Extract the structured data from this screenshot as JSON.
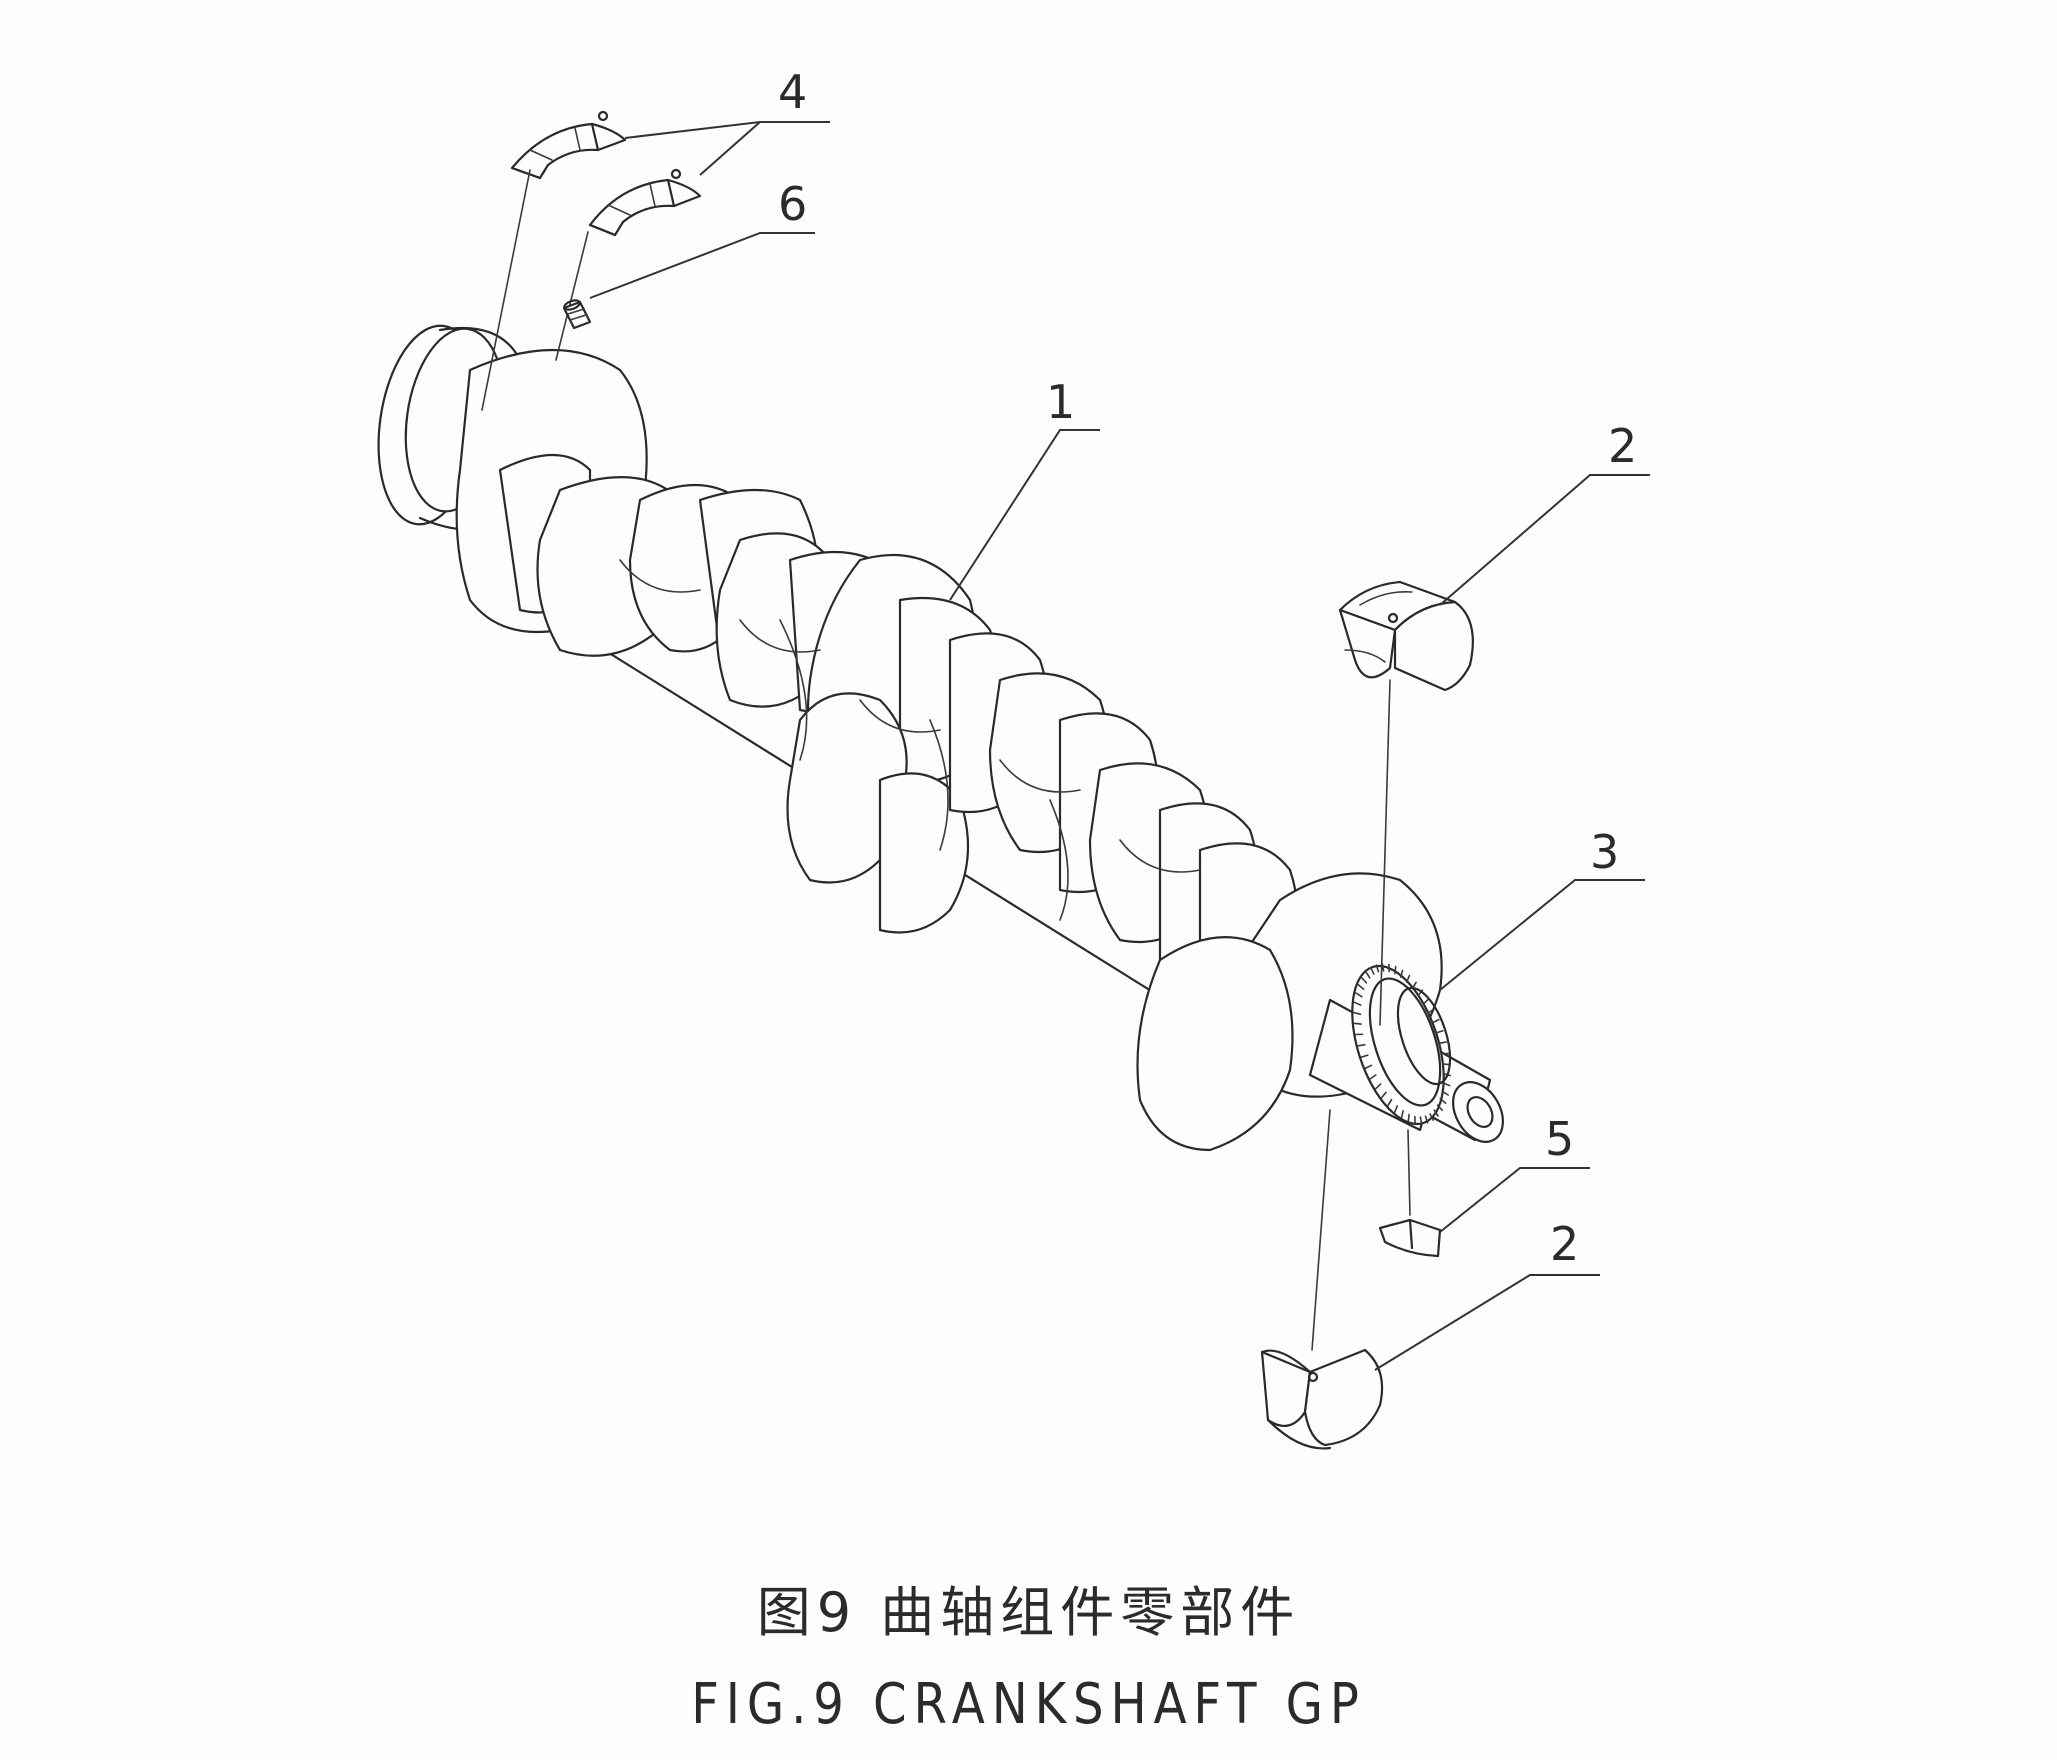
{
  "callouts": [
    {
      "id": "crankshaft",
      "number": "1"
    },
    {
      "id": "main-bearing-upper",
      "number": "2"
    },
    {
      "id": "main-bearing-lower",
      "number": "2"
    },
    {
      "id": "timing-gear",
      "number": "3"
    },
    {
      "id": "thrust-washer",
      "number": "4"
    },
    {
      "id": "woodruff-key",
      "number": "5"
    },
    {
      "id": "dowel-pin",
      "number": "6"
    }
  ],
  "caption": {
    "chinese": "图9  曲轴组件零部件",
    "english": "FIG.9  CRANKSHAFT GP"
  }
}
